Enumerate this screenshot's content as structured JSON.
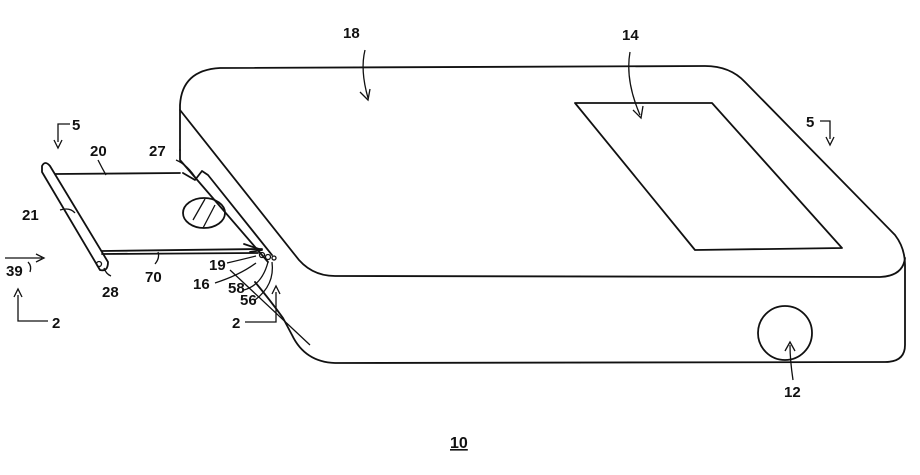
{
  "labels": {
    "device": "18",
    "display": "14",
    "button": "12",
    "tray": "20",
    "handle": "21",
    "hole": "27",
    "pin": "28",
    "edge": "70",
    "slot": "19",
    "contact": "16",
    "spring": "58",
    "catch": "56",
    "direction": "39",
    "section_5_left": "5",
    "section_5_right": "5",
    "section_2_left": "2",
    "section_2_right": "2"
  },
  "figure_number": "10"
}
